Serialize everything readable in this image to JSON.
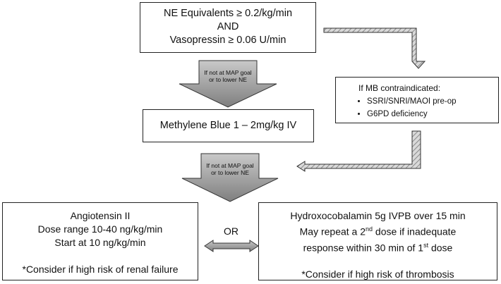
{
  "start_box": {
    "lines": [
      "NE Equivalents ≥ 0.2/kg/min",
      "AND",
      "Vasopressin ≥ 0.06 U/min"
    ]
  },
  "arrow_labels": {
    "first": [
      "If not at MAP goal",
      "or to lower NE"
    ],
    "second": [
      "If not at MAP goal",
      "or to lower NE"
    ]
  },
  "mb_box": {
    "text": "Methylene Blue 1 – 2mg/kg IV"
  },
  "contra_box": {
    "title": "If MB contraindicated:",
    "items": [
      "SSRI/SNRI/MAOI pre-op",
      "G6PD deficiency"
    ]
  },
  "angio_box": {
    "lines": [
      "Angiotensin II",
      "Dose range 10-40 ng/kg/min",
      "Start at 10 ng/kg/min"
    ],
    "note": "*Consider if high risk of renal failure"
  },
  "hydroxo_box": {
    "line1": "Hydroxocobalamin 5g IVPB over 15 min",
    "line2_pre": "May repeat a 2",
    "line2_sup": "nd",
    "line2_post": " dose if inadequate",
    "line3_pre": "response within 30 min of 1",
    "line3_sup": "st",
    "line3_post": " dose",
    "note": "*Consider if high risk of thrombosis"
  },
  "or_label": "OR"
}
